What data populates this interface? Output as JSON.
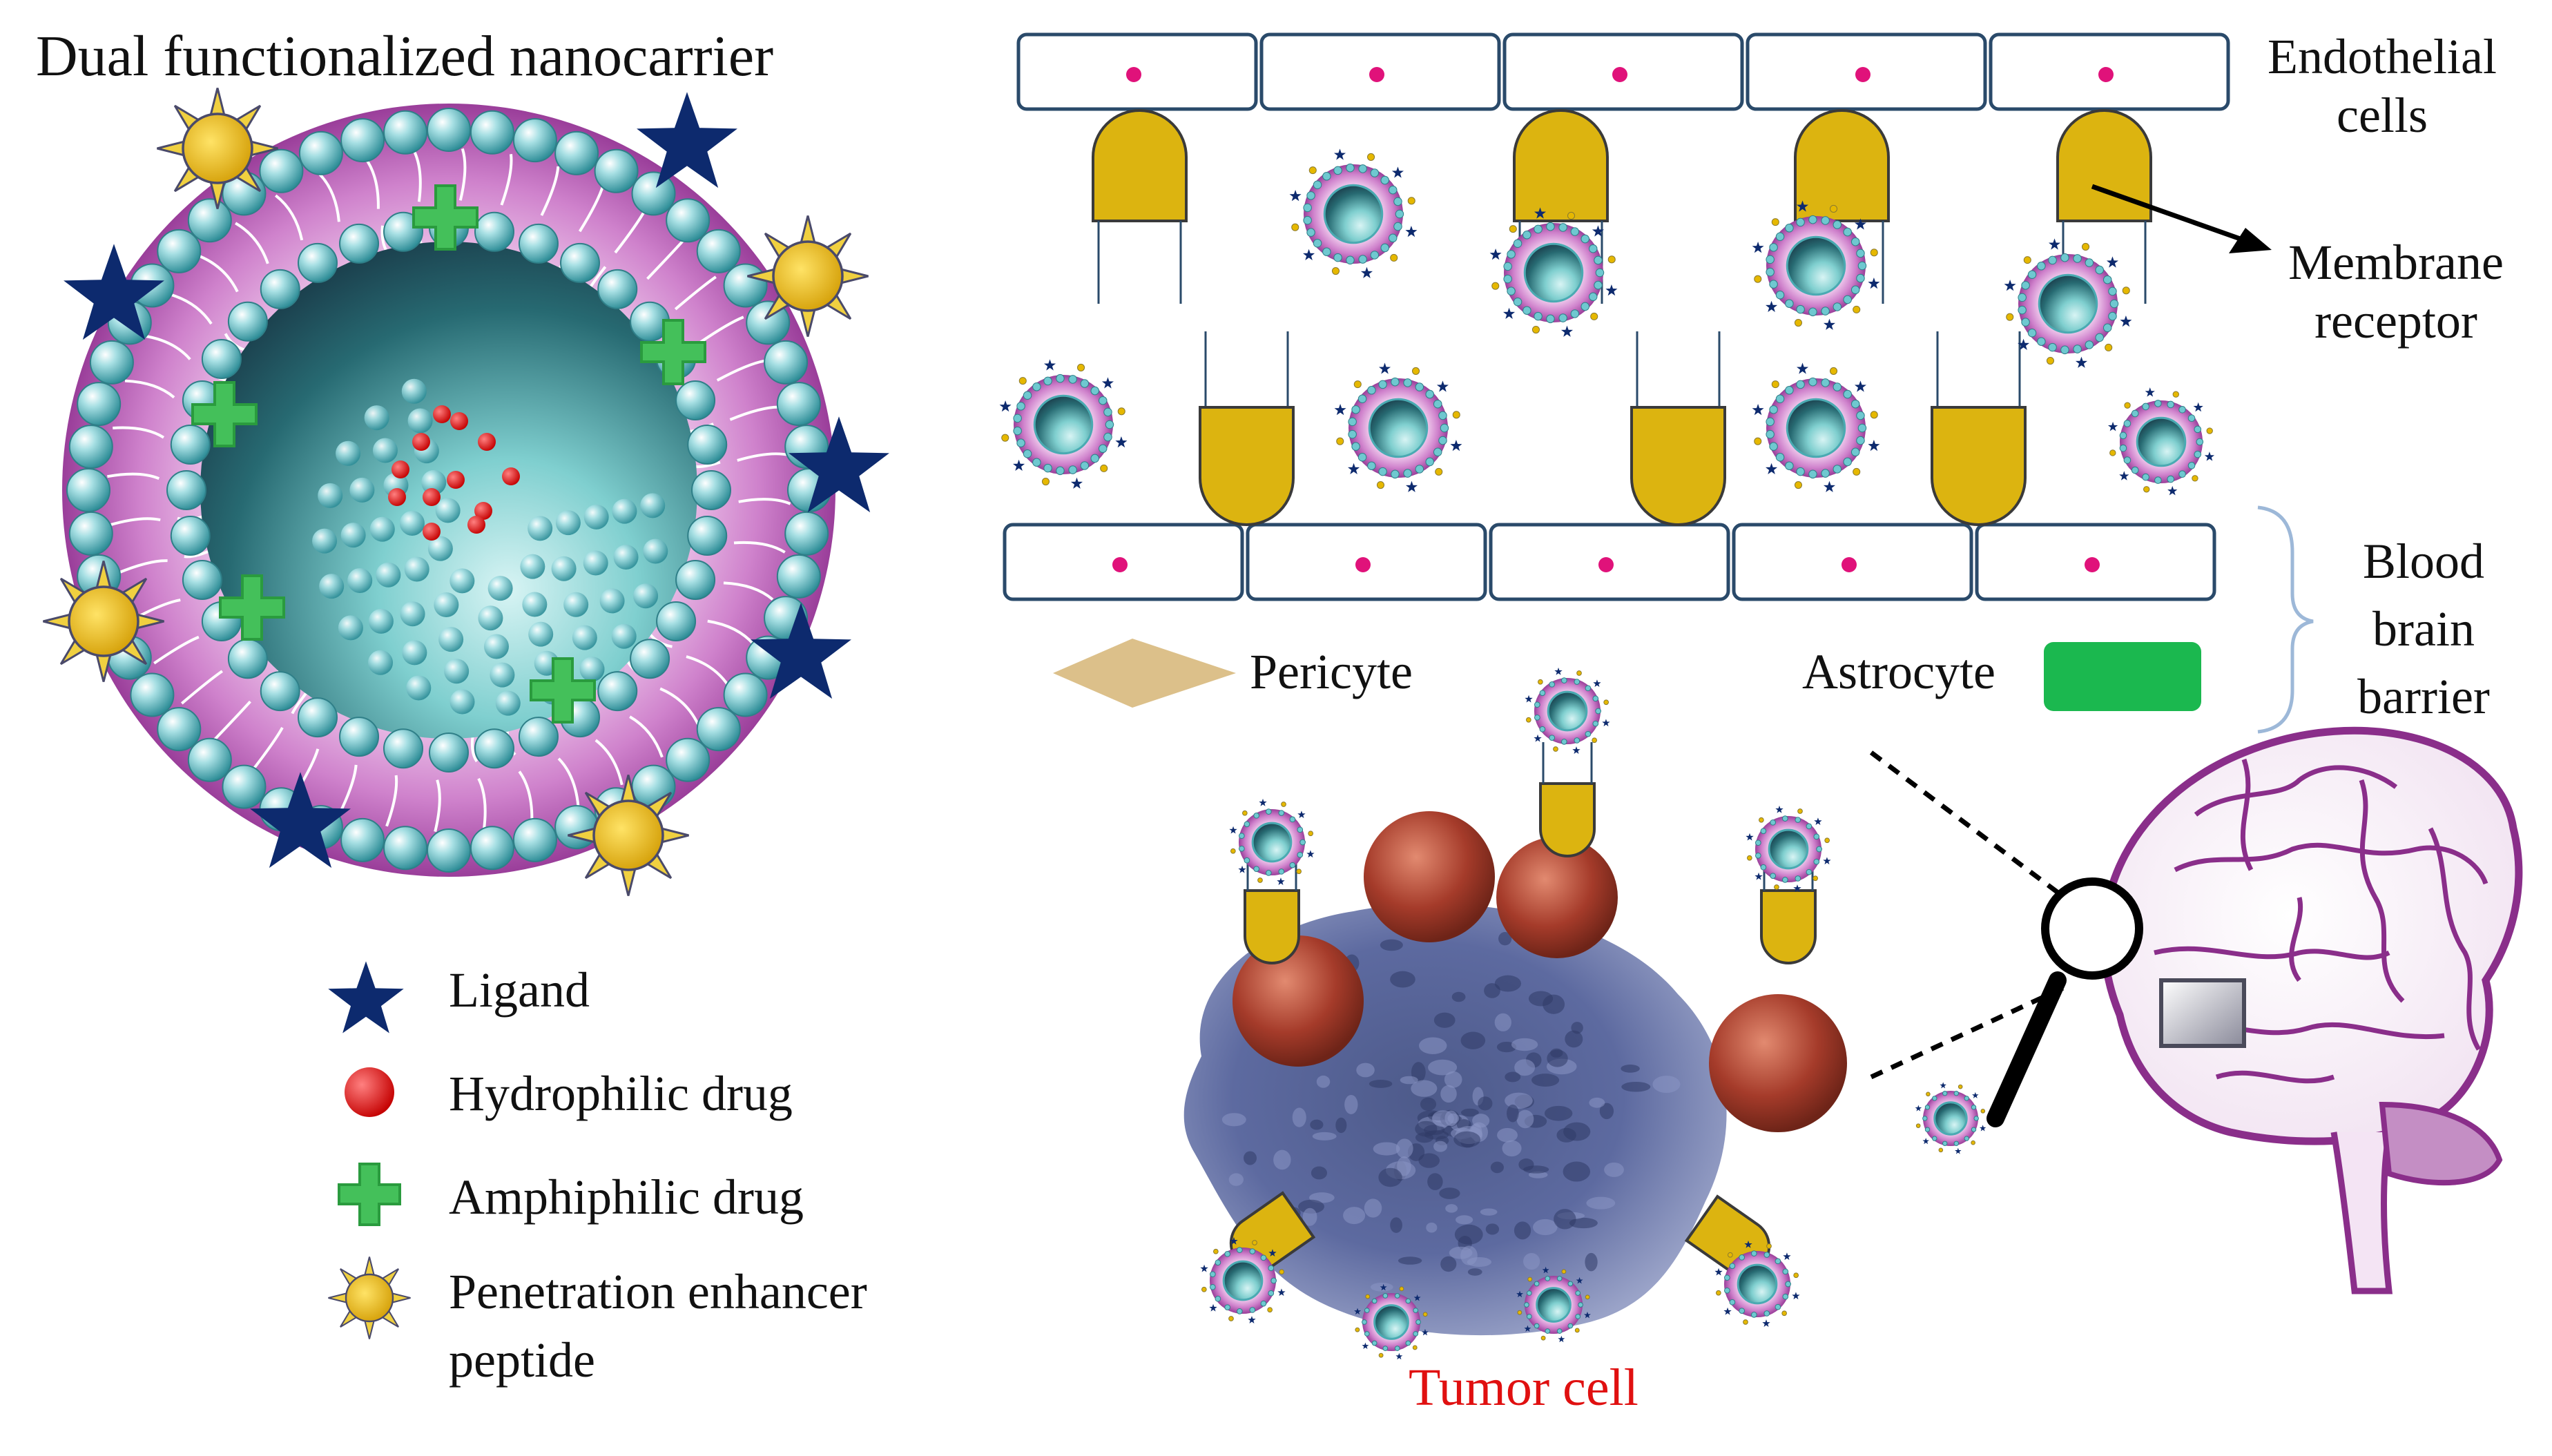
{
  "title": "Dual functionalized nanocarrier",
  "legend": {
    "items": [
      {
        "label": "Ligand",
        "icon": "star-icon",
        "color": "#0d2a6e"
      },
      {
        "label": "Hydrophilic drug",
        "icon": "red-dot-icon",
        "color": "#e0151b"
      },
      {
        "label": "Amphiphilic drug",
        "icon": "green-cross-icon",
        "color": "#44c05a"
      },
      {
        "label": "Penetration enhancer\npeptide",
        "icon": "sun-icon",
        "color": "#e6b800"
      }
    ]
  },
  "bbb": {
    "endothelial_label": "Endothelial\ncells",
    "receptor_label": "Membrane\nreceptor",
    "pericyte_label": "Pericyte",
    "astrocyte_label": "Astrocyte",
    "barrier_label": "Blood\nbrain\nbarrier"
  },
  "tumor_label": "Tumor cell",
  "colors": {
    "lipid_head": "#5fbcc4",
    "membrane": "#c86fc4",
    "receptor": "#dcb410",
    "pericyte": "#dcc08a",
    "astrocyte": "#1bb84f",
    "nucleus": "#e0127a",
    "star": "#0d2a6e",
    "tumor_text": "#e01010",
    "brain": "#8a2e8a"
  }
}
